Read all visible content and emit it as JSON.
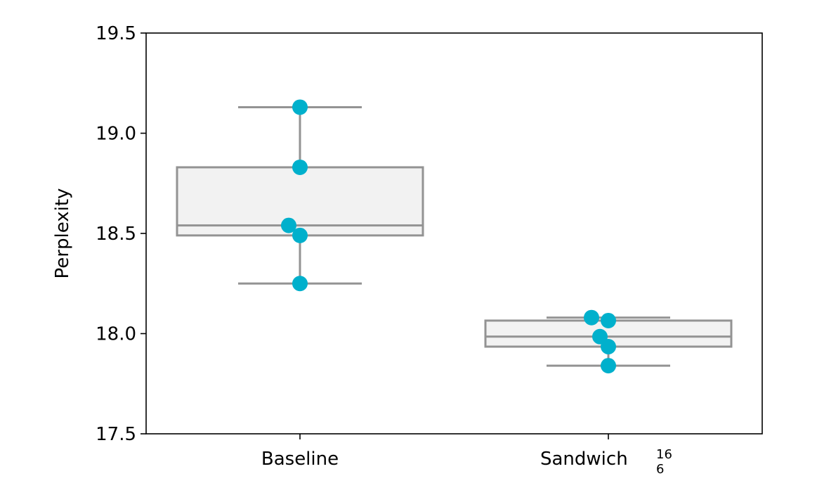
{
  "chart_data": {
    "type": "box",
    "title": "",
    "xlabel": "",
    "ylabel": "Perplexity",
    "ylim": [
      17.5,
      19.5
    ],
    "yticks": [
      "17.5",
      "18.0",
      "18.5",
      "19.0",
      "19.5"
    ],
    "grid": false,
    "categories": [
      {
        "label": "Baseline",
        "sup": "",
        "sub": ""
      },
      {
        "label": "Sandwich",
        "sup": "16",
        "sub": "6"
      }
    ],
    "boxes": [
      {
        "whisker_low": 18.25,
        "q1": 18.49,
        "median": 18.54,
        "q3": 18.83,
        "whisker_high": 19.13
      },
      {
        "whisker_low": 17.84,
        "q1": 17.935,
        "median": 17.985,
        "q3": 18.065,
        "whisker_high": 18.08
      }
    ],
    "points": [
      {
        "values": [
          19.13,
          18.83,
          18.54,
          18.49,
          18.25
        ]
      },
      {
        "values": [
          18.08,
          18.065,
          17.985,
          17.935,
          17.84
        ]
      }
    ],
    "colors": {
      "box_fill": "#f2f2f2",
      "box_line": "#939393",
      "point": "#00b0cc",
      "axis": "#000000"
    }
  }
}
